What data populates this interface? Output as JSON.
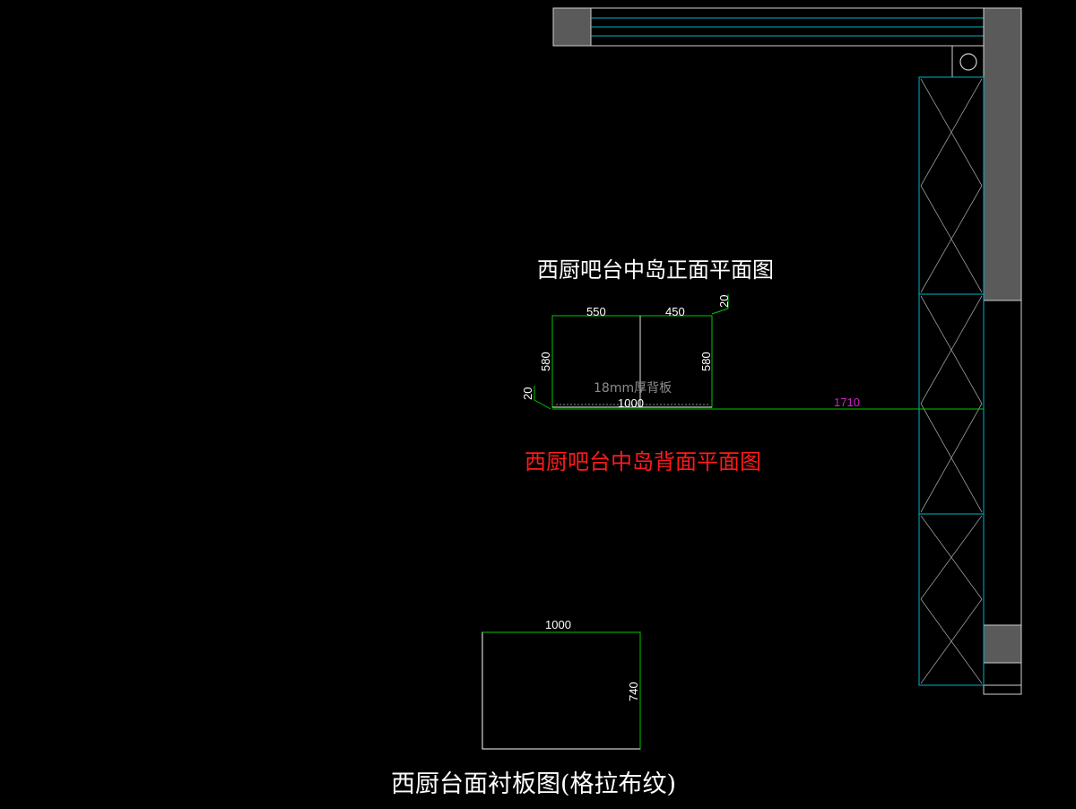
{
  "titles": {
    "front_plan": "西厨吧台中岛正面平面图",
    "back_plan": "西厨吧台中岛背面平面图",
    "lining_board": "西厨台面衬板图(格拉布纹)"
  },
  "island": {
    "dim_left_width": "550",
    "dim_right_width": "450",
    "dim_total_width": "1000",
    "dim_left_height": "580",
    "dim_right_height": "580",
    "dim_top_offset": "20",
    "dim_bottom_offset": "20",
    "back_panel_note": "18mm厚背板"
  },
  "run_dimension": "1710",
  "lining": {
    "dim_width": "1000",
    "dim_height": "740"
  },
  "colors": {
    "background": "#000000",
    "dimension_green": "#00c800",
    "cabinet_cyan": "#00b4c8",
    "wall_gray": "#5a5a5a",
    "title_red": "#ff1a1a",
    "dimension_magenta": "#d020d0"
  }
}
